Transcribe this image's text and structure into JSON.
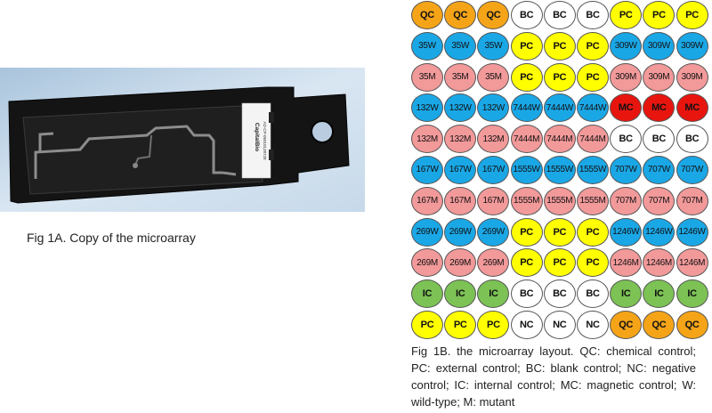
{
  "fig1a_caption": "Fig 1A. Copy of the microarray",
  "chip_label": {
    "brand": "CapitalBio",
    "code": "AD-CP-06010138728"
  },
  "fig1b_caption": "Fig 1B. the microarray layout. QC: chemical control; PC: external control; BC: blank control; NC: negative control; IC: internal control; MC: magnetic control; W: wild-type; M: mutant",
  "colors": {
    "QC": "#f5a418",
    "PC": "#ffff00",
    "BC": "#ffffff",
    "NC": "#ffffff",
    "IC": "#7cc255",
    "MC": "#e8150f",
    "W": "#1aa7e6",
    "M": "#f2999a"
  },
  "grid": [
    [
      "QC",
      "QC",
      "QC",
      "BC",
      "BC",
      "BC",
      "PC",
      "PC",
      "PC"
    ],
    [
      "35W",
      "35W",
      "35W",
      "PC",
      "PC",
      "PC",
      "309W",
      "309W",
      "309W"
    ],
    [
      "35M",
      "35M",
      "35M",
      "PC",
      "PC",
      "PC",
      "309M",
      "309M",
      "309M"
    ],
    [
      "132W",
      "132W",
      "132W",
      "7444W",
      "7444W",
      "7444W",
      "MC",
      "MC",
      "MC"
    ],
    [
      "132M",
      "132M",
      "132M",
      "7444M",
      "7444M",
      "7444M",
      "BC",
      "BC",
      "BC"
    ],
    [
      "167W",
      "167W",
      "167W",
      "1555W",
      "1555W",
      "1555W",
      "707W",
      "707W",
      "707W"
    ],
    [
      "167M",
      "167M",
      "167M",
      "1555M",
      "1555M",
      "1555M",
      "707M",
      "707M",
      "707M"
    ],
    [
      "269W",
      "269W",
      "269W",
      "PC",
      "PC",
      "PC",
      "1246W",
      "1246W",
      "1246W"
    ],
    [
      "269M",
      "269M",
      "269M",
      "PC",
      "PC",
      "PC",
      "1246M",
      "1246M",
      "1246M"
    ],
    [
      "IC",
      "IC",
      "IC",
      "BC",
      "BC",
      "BC",
      "IC",
      "IC",
      "IC"
    ],
    [
      "PC",
      "PC",
      "PC",
      "NC",
      "NC",
      "NC",
      "QC",
      "QC",
      "QC"
    ]
  ]
}
